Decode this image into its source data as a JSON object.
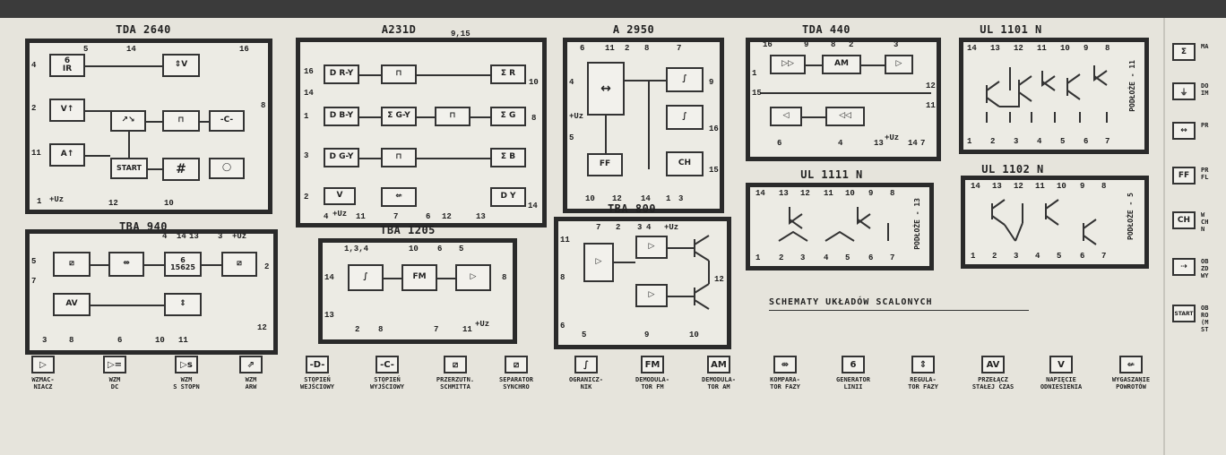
{
  "chips": {
    "tda2640": {
      "title": "TDA 2640",
      "blocks": [
        "6\nIR",
        "V↑",
        "A↑",
        "START",
        "⇕V",
        "#",
        "↗↘"
      ],
      "pins": [
        "4",
        "2",
        "11",
        "1",
        "+Uz",
        "12",
        "10",
        "8",
        "14",
        "16",
        "5"
      ]
    },
    "a231d": {
      "title": "A231D",
      "blocks": [
        "D R-Y",
        "D B-Y",
        "D G-Y",
        "Σ G-Y",
        "Σ R",
        "Σ G",
        "Σ B",
        "D Y",
        "V"
      ],
      "pins": [
        "9,15",
        "16",
        "14",
        "1",
        "3",
        "2",
        "4",
        "+Uz",
        "11",
        "7",
        "6",
        "12",
        "13",
        "10",
        "8",
        "14"
      ]
    },
    "a2950": {
      "title": "A 2950",
      "blocks": [
        "FF",
        "CH"
      ],
      "pins": [
        "6",
        "11",
        "2",
        "8",
        "7",
        "4",
        "+Uz",
        "5",
        "10",
        "12",
        "14",
        "1",
        "3",
        "9",
        "16",
        "15"
      ]
    },
    "tda440": {
      "title": "TDA 440",
      "blocks": [
        "AM"
      ],
      "pins": [
        "16",
        "9",
        "8",
        "2",
        "3",
        "1",
        "15",
        "6",
        "4",
        "13",
        "+Uz",
        "14",
        "7",
        "12",
        "11"
      ]
    },
    "ul1101": {
      "title": "UL 1101 N",
      "pins": [
        "14",
        "13",
        "12",
        "11",
        "10",
        "9",
        "8",
        "1",
        "2",
        "3",
        "4",
        "5",
        "6",
        "7"
      ],
      "side": "PODŁOŻE - 11"
    },
    "tba940": {
      "title": "TBA 940",
      "blocks": [
        "AV",
        "6\n15625"
      ],
      "pins": [
        "4",
        "14",
        "13",
        "3",
        "+Uz",
        "5",
        "7",
        "2",
        "3",
        "8",
        "6",
        "10",
        "11",
        "12"
      ]
    },
    "tba1205": {
      "title": "TBA 1205",
      "blocks": [
        "FM"
      ],
      "pins": [
        "1,3,4",
        "10",
        "6",
        "5",
        "14",
        "13",
        "2",
        "8",
        "7",
        "11",
        "+Uz",
        "8"
      ]
    },
    "tba800": {
      "title": "TBA 800",
      "pins": [
        "7",
        "2",
        "3",
        "4",
        "+Uz",
        "11",
        "8",
        "6",
        "5",
        "9",
        "10",
        "12"
      ]
    },
    "ul1111": {
      "title": "UL 1111 N",
      "pins": [
        "14",
        "13",
        "12",
        "11",
        "10",
        "9",
        "8",
        "1",
        "2",
        "3",
        "4",
        "5",
        "6",
        "7"
      ],
      "side": "PODŁOŻE - 13"
    },
    "ul1102": {
      "title": "UL 1102 N",
      "pins": [
        "14",
        "13",
        "12",
        "11",
        "10",
        "9",
        "8",
        "1",
        "2",
        "3",
        "4",
        "5",
        "6",
        "7"
      ],
      "side": "PODŁOŻE - 5"
    }
  },
  "caption": "SCHEMATY UKŁADÓW SCALONYCH",
  "legend": [
    {
      "symbol": "▷",
      "label": "WZMAC-\nNIACZ"
    },
    {
      "symbol": "▷=",
      "label": "WZM\nDC"
    },
    {
      "symbol": "▷s",
      "label": "WZM\nS STOPN"
    },
    {
      "symbol": "⇗",
      "label": "WZM\nARW"
    },
    {
      "symbol": "-D-",
      "label": "STOPIEŃ\nWEJŚCIOWY"
    },
    {
      "symbol": "-C-",
      "label": "STOPIEŃ\nWYJŚCIOWY"
    },
    {
      "symbol": "⧄",
      "label": "PRZERZUTN.\nSCHMITTA"
    },
    {
      "symbol": "⧄",
      "label": "SEPARATOR\nSYNCHRO"
    },
    {
      "symbol": "∫",
      "label": "OGRANICZ-\nNIK"
    },
    {
      "symbol": "FM",
      "label": "DEMODULA-\nTOR FM"
    },
    {
      "symbol": "AM",
      "label": "DEMODULA-\nTOR AM"
    },
    {
      "symbol": "⇎",
      "label": "KOMPARA-\nTOR FAZY"
    },
    {
      "symbol": "6",
      "label": "GENERATOR\nLINII"
    },
    {
      "symbol": "⇕",
      "label": "REGULA-\nTOR FAZY"
    },
    {
      "symbol": "AV",
      "label": "PRZEŁĄCZ\nSTAŁEJ CZAS"
    },
    {
      "symbol": "V",
      "label": "NAPIĘCIE\nODNIESIENIA"
    },
    {
      "symbol": "⇍",
      "label": "WYGASZANIE\nPOWROTÓW"
    }
  ],
  "right_legend": [
    {
      "symbol": "Σ",
      "label": "MA"
    },
    {
      "symbol": "⏚",
      "label": "DO\nIM"
    },
    {
      "symbol": "↔",
      "label": "PR\n  "
    },
    {
      "symbol": "FF",
      "label": "PR\nFL"
    },
    {
      "symbol": "CH",
      "label": "W\nCH\n N"
    },
    {
      "symbol": "⇢",
      "label": "OB\nZD\nWY"
    },
    {
      "symbol": "START",
      "label": "OB\nRO\n(M\n ST"
    }
  ]
}
